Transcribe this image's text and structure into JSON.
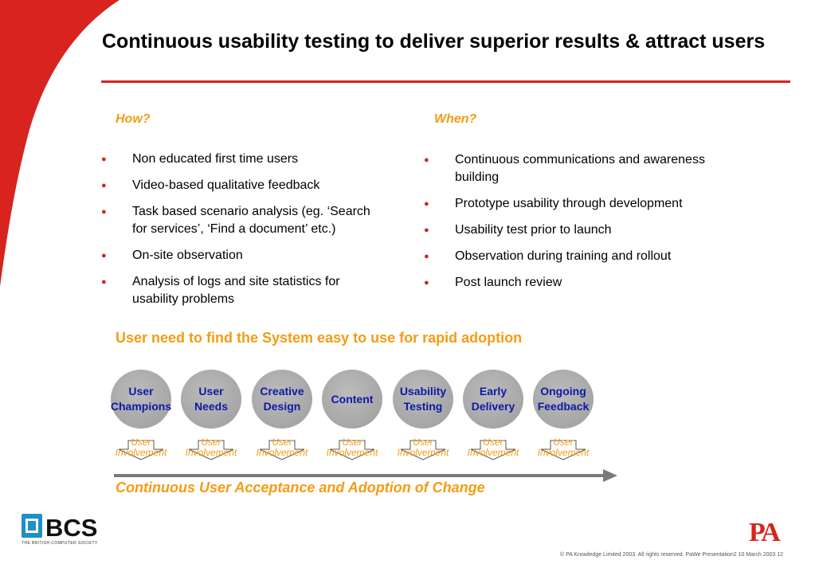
{
  "title": "Continuous usability testing to deliver superior results & attract users",
  "how": {
    "heading": "How?",
    "items": [
      "Non educated first time users",
      "Video-based qualitative feedback",
      "Task based scenario analysis (eg. ‘Search for services’, ‘Find a document’ etc.)",
      "On-site observation",
      "Analysis of logs and site statistics for usability problems"
    ]
  },
  "when": {
    "heading": "When?",
    "items": [
      "Continuous communications and awareness building",
      "Prototype usability through development",
      "Usability test prior to launch",
      "Observation during training and rollout",
      "Post launch review"
    ]
  },
  "subheading": "User need to find the System easy to use for rapid adoption",
  "stages": [
    {
      "label": "User\nChampions"
    },
    {
      "label": "User\nNeeds"
    },
    {
      "label": "Creative\nDesign"
    },
    {
      "label": "Content"
    },
    {
      "label": "Usability\nTesting"
    },
    {
      "label": "Early\nDelivery"
    },
    {
      "label": "Ongoing\nFeedback"
    }
  ],
  "involvement_label": "User Involvement",
  "tagline": "Continuous User Acceptance and Adoption of Change",
  "logo_left": {
    "text": "BCS",
    "subtitle": "THE BRITISH COMPUTER SOCIETY"
  },
  "logo_right": {
    "text": "PA"
  },
  "footer": "© PA Knowledge Limited 2003. All rights reserved.  PaWe  Presentation2  10 March 2003  12",
  "colors": {
    "accent_red": "#d8231e",
    "accent_orange": "#f39c12",
    "stage_text": "#0c1aa6",
    "circle_gray": "#a6a6a6"
  }
}
